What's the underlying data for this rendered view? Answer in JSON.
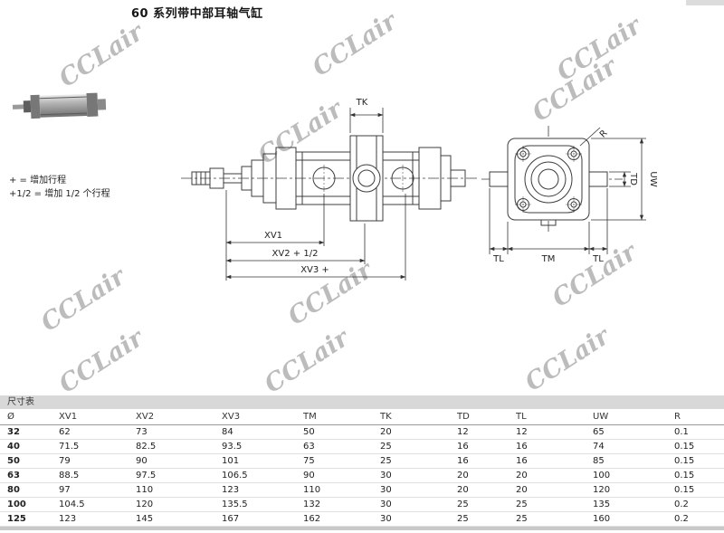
{
  "page": {
    "title": "60 系列带中部耳轴气缸"
  },
  "watermark": {
    "text": "CCLair"
  },
  "notes": {
    "line1": "+ = 增加行程",
    "line2": "+1/2 = 增加 1/2 个行程"
  },
  "drawing": {
    "labels": {
      "tk": "TK",
      "xv1": "XV1",
      "xv2": "XV2 + 1/2",
      "xv3": "XV3 +",
      "r": "R",
      "td": "TD",
      "uw": "UW",
      "tl_left": "TL",
      "tm": "TM",
      "tl_right": "TL"
    }
  },
  "table": {
    "section_title": "尺寸表",
    "columns": [
      "Ø",
      "XV1",
      "XV2",
      "XV3",
      "TM",
      "TK",
      "TD",
      "TL",
      "UW",
      "R"
    ],
    "rows": [
      [
        "32",
        "62",
        "73",
        "84",
        "50",
        "20",
        "12",
        "12",
        "65",
        "0.1"
      ],
      [
        "40",
        "71.5",
        "82.5",
        "93.5",
        "63",
        "25",
        "16",
        "16",
        "74",
        "0.15"
      ],
      [
        "50",
        "79",
        "90",
        "101",
        "75",
        "25",
        "16",
        "16",
        "85",
        "0.15"
      ],
      [
        "63",
        "88.5",
        "97.5",
        "106.5",
        "90",
        "30",
        "20",
        "20",
        "100",
        "0.15"
      ],
      [
        "80",
        "97",
        "110",
        "123",
        "110",
        "30",
        "20",
        "20",
        "120",
        "0.15"
      ],
      [
        "100",
        "104.5",
        "120",
        "135.5",
        "132",
        "30",
        "25",
        "25",
        "135",
        "0.2"
      ],
      [
        "125",
        "123",
        "145",
        "167",
        "162",
        "30",
        "25",
        "25",
        "160",
        "0.2"
      ]
    ]
  }
}
